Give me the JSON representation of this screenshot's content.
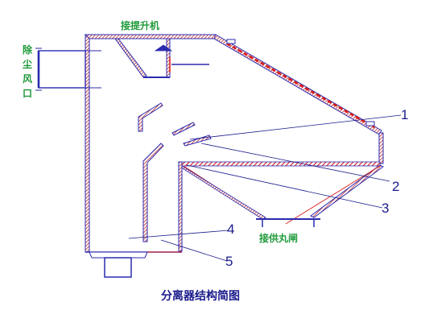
{
  "labels": {
    "top_label": "接提升机",
    "left_label": [
      "除",
      "尘",
      "风",
      "口"
    ],
    "bottom_label": "接供丸闸",
    "caption": "分离器结构简图"
  },
  "numbers": [
    "1",
    "2",
    "3",
    "4",
    "5"
  ],
  "colors": {
    "wall": "#2b2bb0",
    "hatch": "#c02828",
    "screen": "#d81818",
    "leader": "#1a1a8c",
    "green_text": "#1f9a3a"
  }
}
